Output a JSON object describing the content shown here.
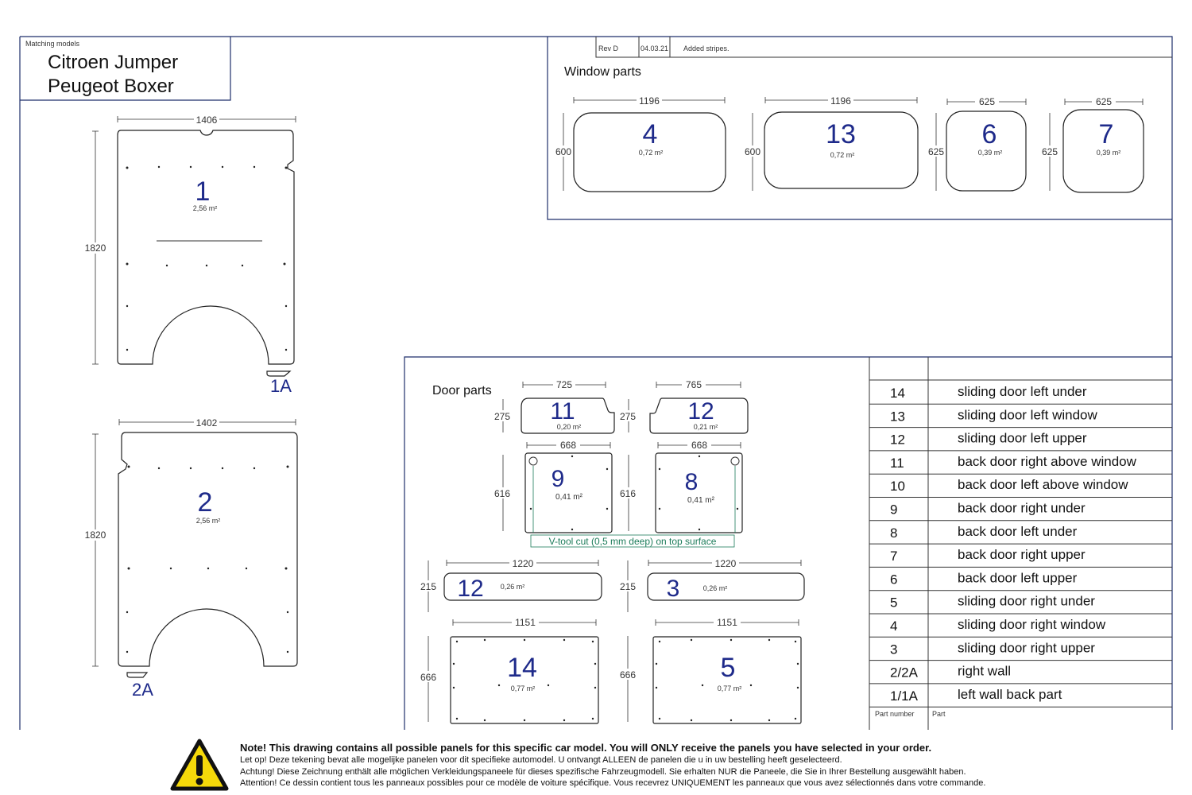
{
  "header": {
    "matching_label": "Matching models",
    "model_1": "Citroen Jumper",
    "model_2": "Peugeot Boxer"
  },
  "revision": {
    "rev": "Rev D",
    "date": "04.03.21",
    "note": "Added stripes."
  },
  "sections": {
    "window_parts": "Window parts",
    "door_parts": "Door parts"
  },
  "panels": {
    "p1": {
      "label": "1",
      "area": "2,56 m²",
      "width": "1406",
      "height": "1820",
      "sub": "1A"
    },
    "p2": {
      "label": "2",
      "area": "2,56 m²",
      "width": "1402",
      "height": "1820",
      "sub": "2A"
    },
    "p4": {
      "label": "4",
      "area": "0,72 m²",
      "width": "1196",
      "height": "600"
    },
    "p13": {
      "label": "13",
      "area": "0,72 m²",
      "width": "1196",
      "height": "600"
    },
    "p6": {
      "label": "6",
      "area": "0,39 m²",
      "width": "625",
      "height": "625"
    },
    "p7": {
      "label": "7",
      "area": "0,39 m²",
      "width": "625",
      "height": "625"
    },
    "p11": {
      "label": "11",
      "area": "0,20 m²",
      "width": "725",
      "height": "275"
    },
    "p12a": {
      "label": "12",
      "area": "0,21 m²",
      "width": "765",
      "height": "275"
    },
    "p9": {
      "label": "9",
      "area": "0,41 m²",
      "width": "668",
      "height": "616"
    },
    "p8": {
      "label": "8",
      "area": "0,41 m²",
      "width": "668",
      "height": "616"
    },
    "p12b": {
      "label": "12",
      "area": "0,26 m²",
      "width": "1220",
      "height": "215"
    },
    "p3": {
      "label": "3",
      "area": "0,26 m²",
      "width": "1220",
      "height": "215"
    },
    "p14": {
      "label": "14",
      "area": "0,77 m²",
      "width": "1151",
      "height": "666"
    },
    "p5": {
      "label": "5",
      "area": "0,77 m²",
      "width": "1151",
      "height": "666"
    }
  },
  "vtool_note": "V-tool cut (0,5 mm deep) on top surface",
  "parts_table": {
    "rows": [
      {
        "num": "14",
        "name": "sliding door left under"
      },
      {
        "num": "13",
        "name": "sliding door left window"
      },
      {
        "num": "12",
        "name": "sliding door left upper"
      },
      {
        "num": "11",
        "name": "back door right above window"
      },
      {
        "num": "10",
        "name": "back door left above window"
      },
      {
        "num": "9",
        "name": "back door right under"
      },
      {
        "num": "8",
        "name": "back door left under"
      },
      {
        "num": "7",
        "name": "back door right upper"
      },
      {
        "num": "6",
        "name": "back door left upper"
      },
      {
        "num": "5",
        "name": "sliding door right under"
      },
      {
        "num": "4",
        "name": "sliding door right window"
      },
      {
        "num": "3",
        "name": "sliding door right upper"
      },
      {
        "num": "2/2A",
        "name": "right wall"
      },
      {
        "num": "1/1A",
        "name": "left wall back part"
      }
    ],
    "footer_num": "Part number",
    "footer_name": "Part"
  },
  "notice": {
    "en": "Note! This drawing contains all possible panels for this specific car model. You will ONLY receive the panels you have selected in your order.",
    "nl": "Let op! Deze tekening bevat alle mogelijke panelen voor dit specifieke automodel. U ontvangt ALLEEN de panelen die u in uw bestelling heeft geselecteerd.",
    "de": "Achtung! Diese Zeichnung enthält alle möglichen Verkleidungspaneele für dieses spezifische Fahrzeugmodell. Sie erhalten NUR die Paneele, die Sie in Ihrer Bestellung ausgewählt haben.",
    "fr": "Attention! Ce dessin contient tous les panneaux possibles pour ce modèle de voiture spécifique. Vous recevrez UNIQUEMENT les panneaux que vous avez sélectionnés dans votre commande."
  },
  "colors": {
    "frame": "#1e2f6b",
    "panel_number": "#1e2a8a",
    "vtool": "#1c7c5a",
    "warning": "#f5d90a"
  },
  "icons": {
    "warning": "warning-triangle-icon"
  }
}
